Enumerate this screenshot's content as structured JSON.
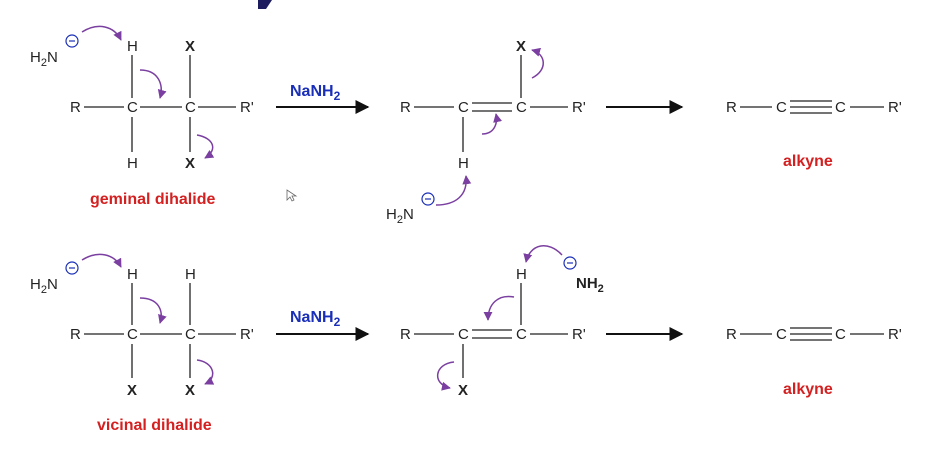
{
  "colors": {
    "bond": "#222222",
    "reagent_blue": "#1a2fb8",
    "halogen_green": "#3fd63f",
    "label_red": "#d42020",
    "curved_arrow_purple": "#7a3fa0"
  },
  "atoms": {
    "R": "R",
    "R_prime": "R'",
    "C": "C",
    "H": "H",
    "X": "X"
  },
  "base": {
    "h2n": "H",
    "h2n_sub": "2",
    "h2n_N": "N",
    "nh2_N": "NH",
    "nh2_sub": "2",
    "minus": "−"
  },
  "reagent": {
    "text": "NaNH",
    "sub": "2"
  },
  "labels": {
    "geminal": "geminal dihalide",
    "vicinal": "vicinal dihalide",
    "alkyne": "alkyne"
  }
}
